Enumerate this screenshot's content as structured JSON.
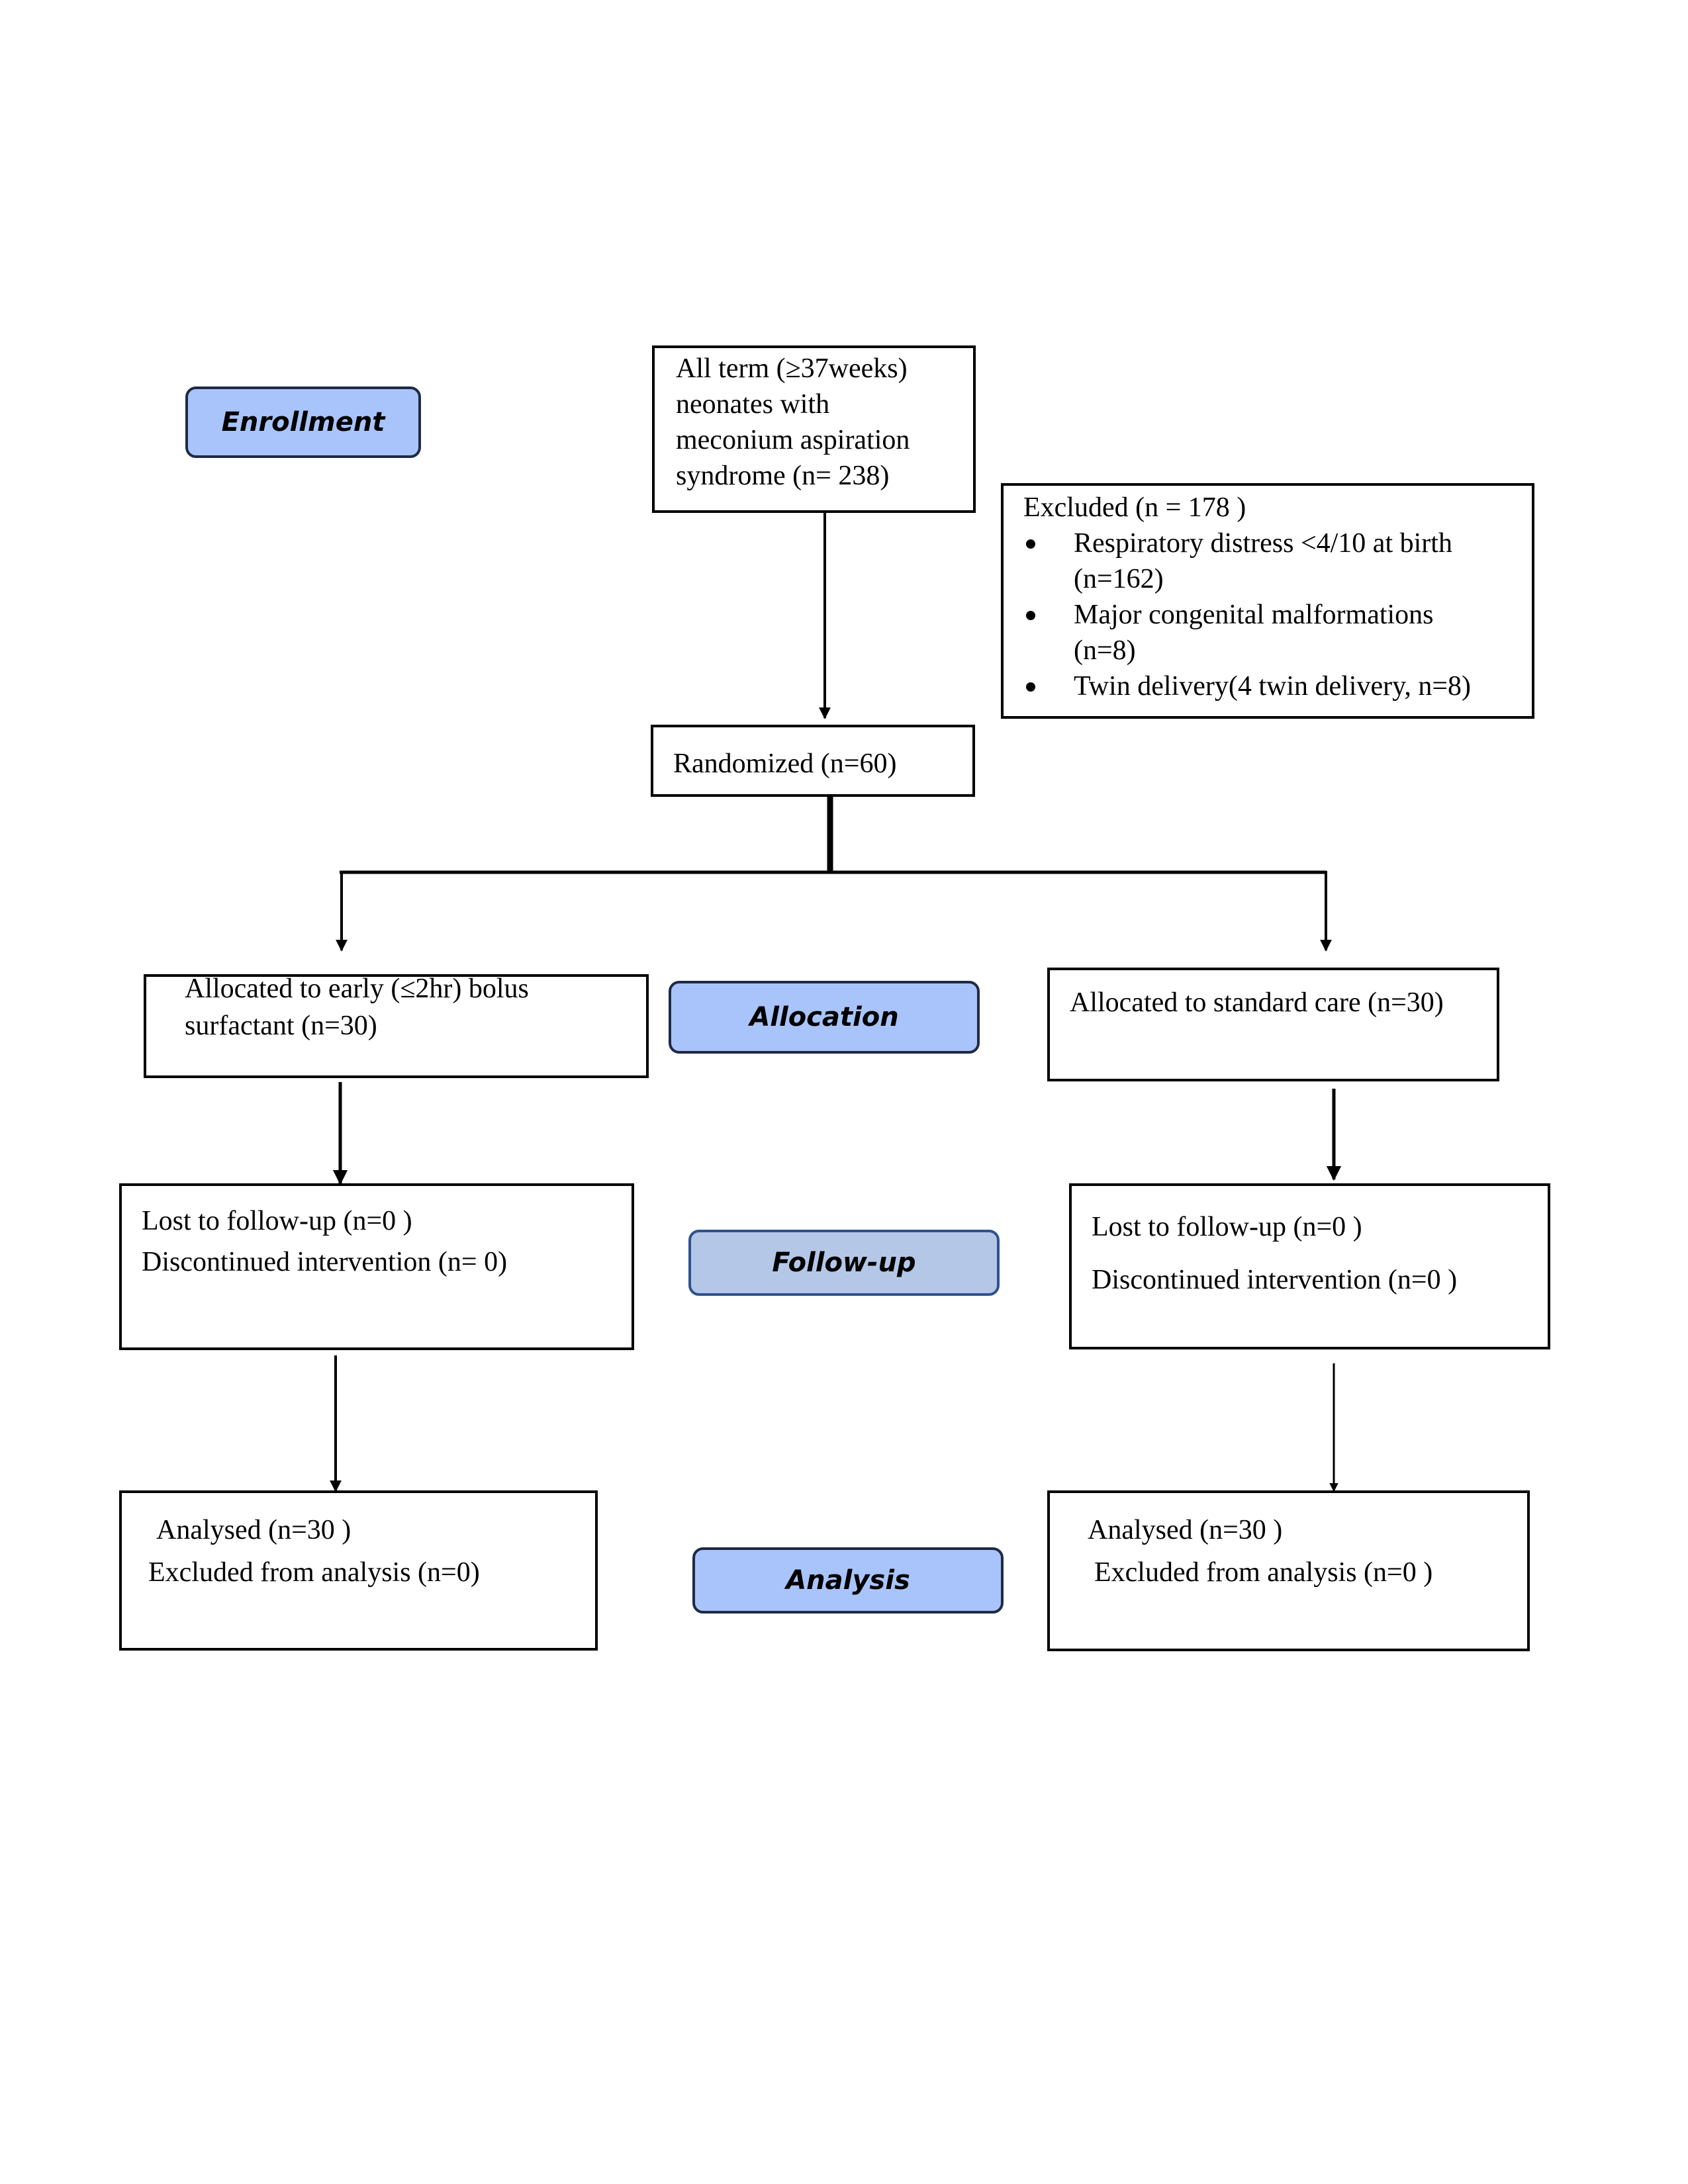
{
  "stages": {
    "enrollment": "Enrollment",
    "allocation": "Allocation",
    "followup": "Follow-up",
    "analysis": "Analysis"
  },
  "enrollment_box": {
    "lines": [
      "All term (≥37weeks)",
      "neonates with",
      "meconium aspiration",
      "syndrome (n=  238)"
    ]
  },
  "excluded_box": {
    "heading": "Excluded (n =  178  )",
    "items": [
      [
        "Respiratory distress <4/10 at birth",
        "(n=162)"
      ],
      [
        "Major congenital malformations",
        "(n=8)"
      ],
      [
        "Twin delivery(4 twin delivery, n=8)"
      ]
    ]
  },
  "randomized_box": {
    "text": "Randomized (n=60)"
  },
  "left_arm": {
    "allocation": [
      "Allocated to early (≤2hr) bolus",
      "surfactant (n=30)"
    ],
    "followup": [
      "Lost to follow-up (n=0 )",
      "Discontinued intervention (n= 0)"
    ],
    "analysis": [
      "Analysed (n=30  )",
      "Excluded from analysis (n=0)"
    ]
  },
  "right_arm": {
    "allocation": [
      "Allocated to standard care (n=30)"
    ],
    "followup": [
      "Lost to follow-up (n=0 )",
      "Discontinued intervention (n=0  )"
    ],
    "analysis": [
      "Analysed (n=30  )",
      "Excluded from analysis (n=0 )"
    ]
  }
}
